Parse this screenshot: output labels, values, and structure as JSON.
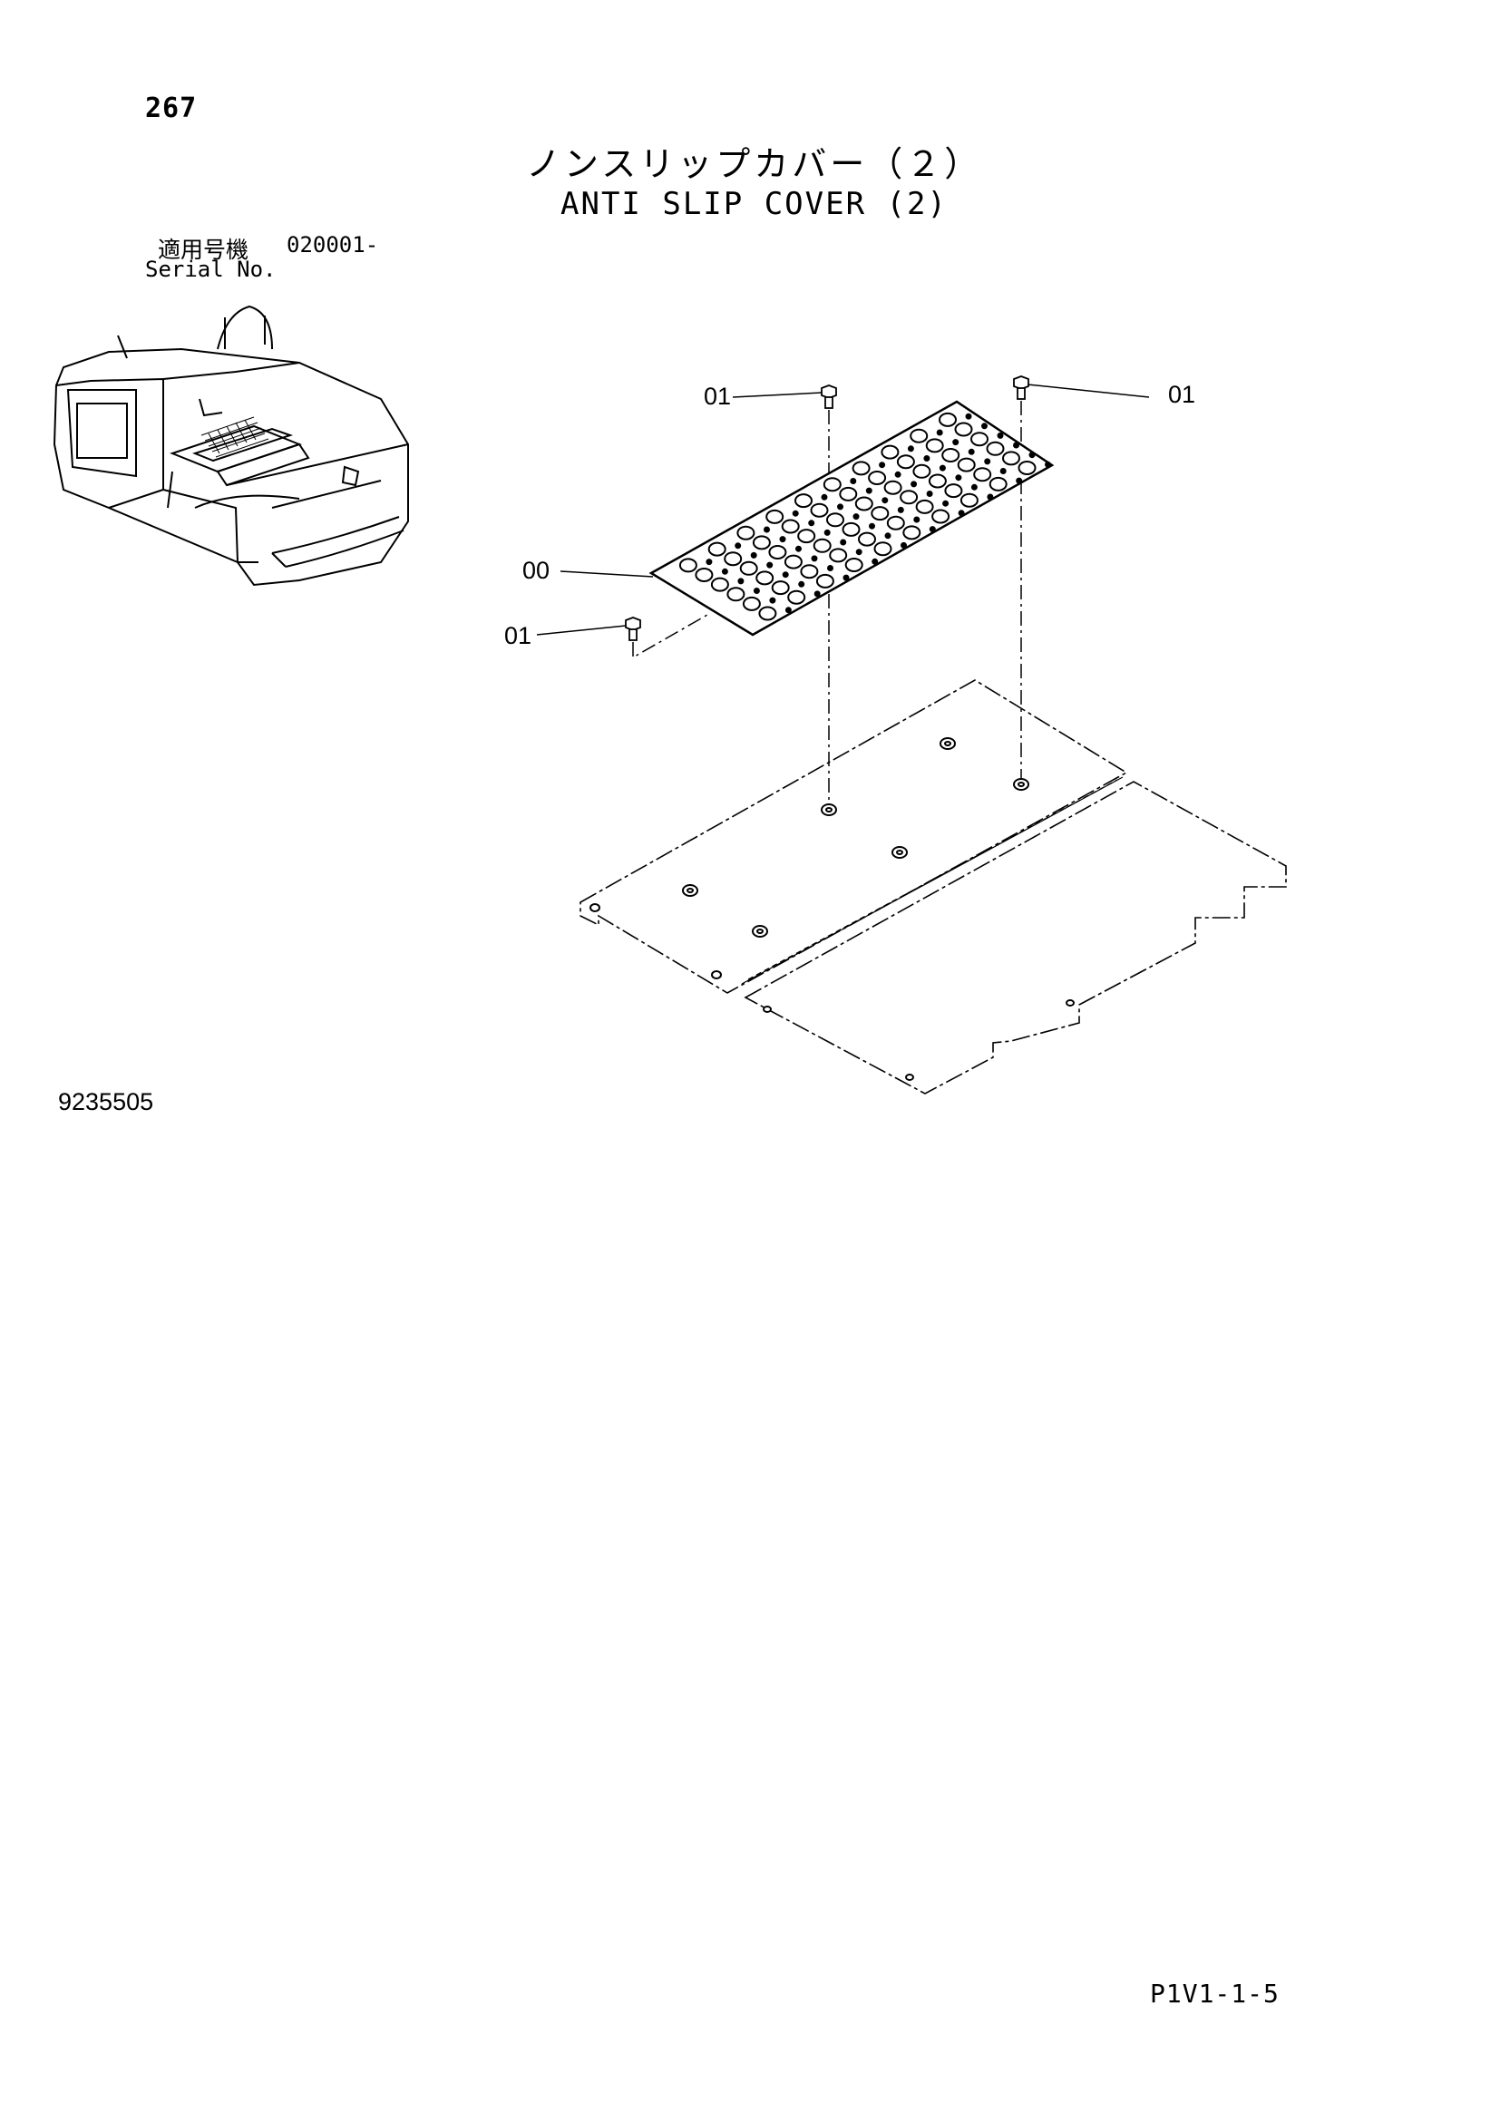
{
  "page": {
    "number": "267",
    "title_jp": "ノンスリップカバー（２）",
    "title_en": "ANTI SLIP COVER (2)",
    "serial_label_jp": "適用号機",
    "serial_range": "020001-",
    "serial_label_en": "Serial No.",
    "drawing_number": "9235505",
    "page_code": "P1V1-1-5"
  },
  "callouts": {
    "bolt_top_left": "01",
    "bolt_top_right": "01",
    "cover_plate": "00",
    "bolt_bottom_left": "01"
  }
}
